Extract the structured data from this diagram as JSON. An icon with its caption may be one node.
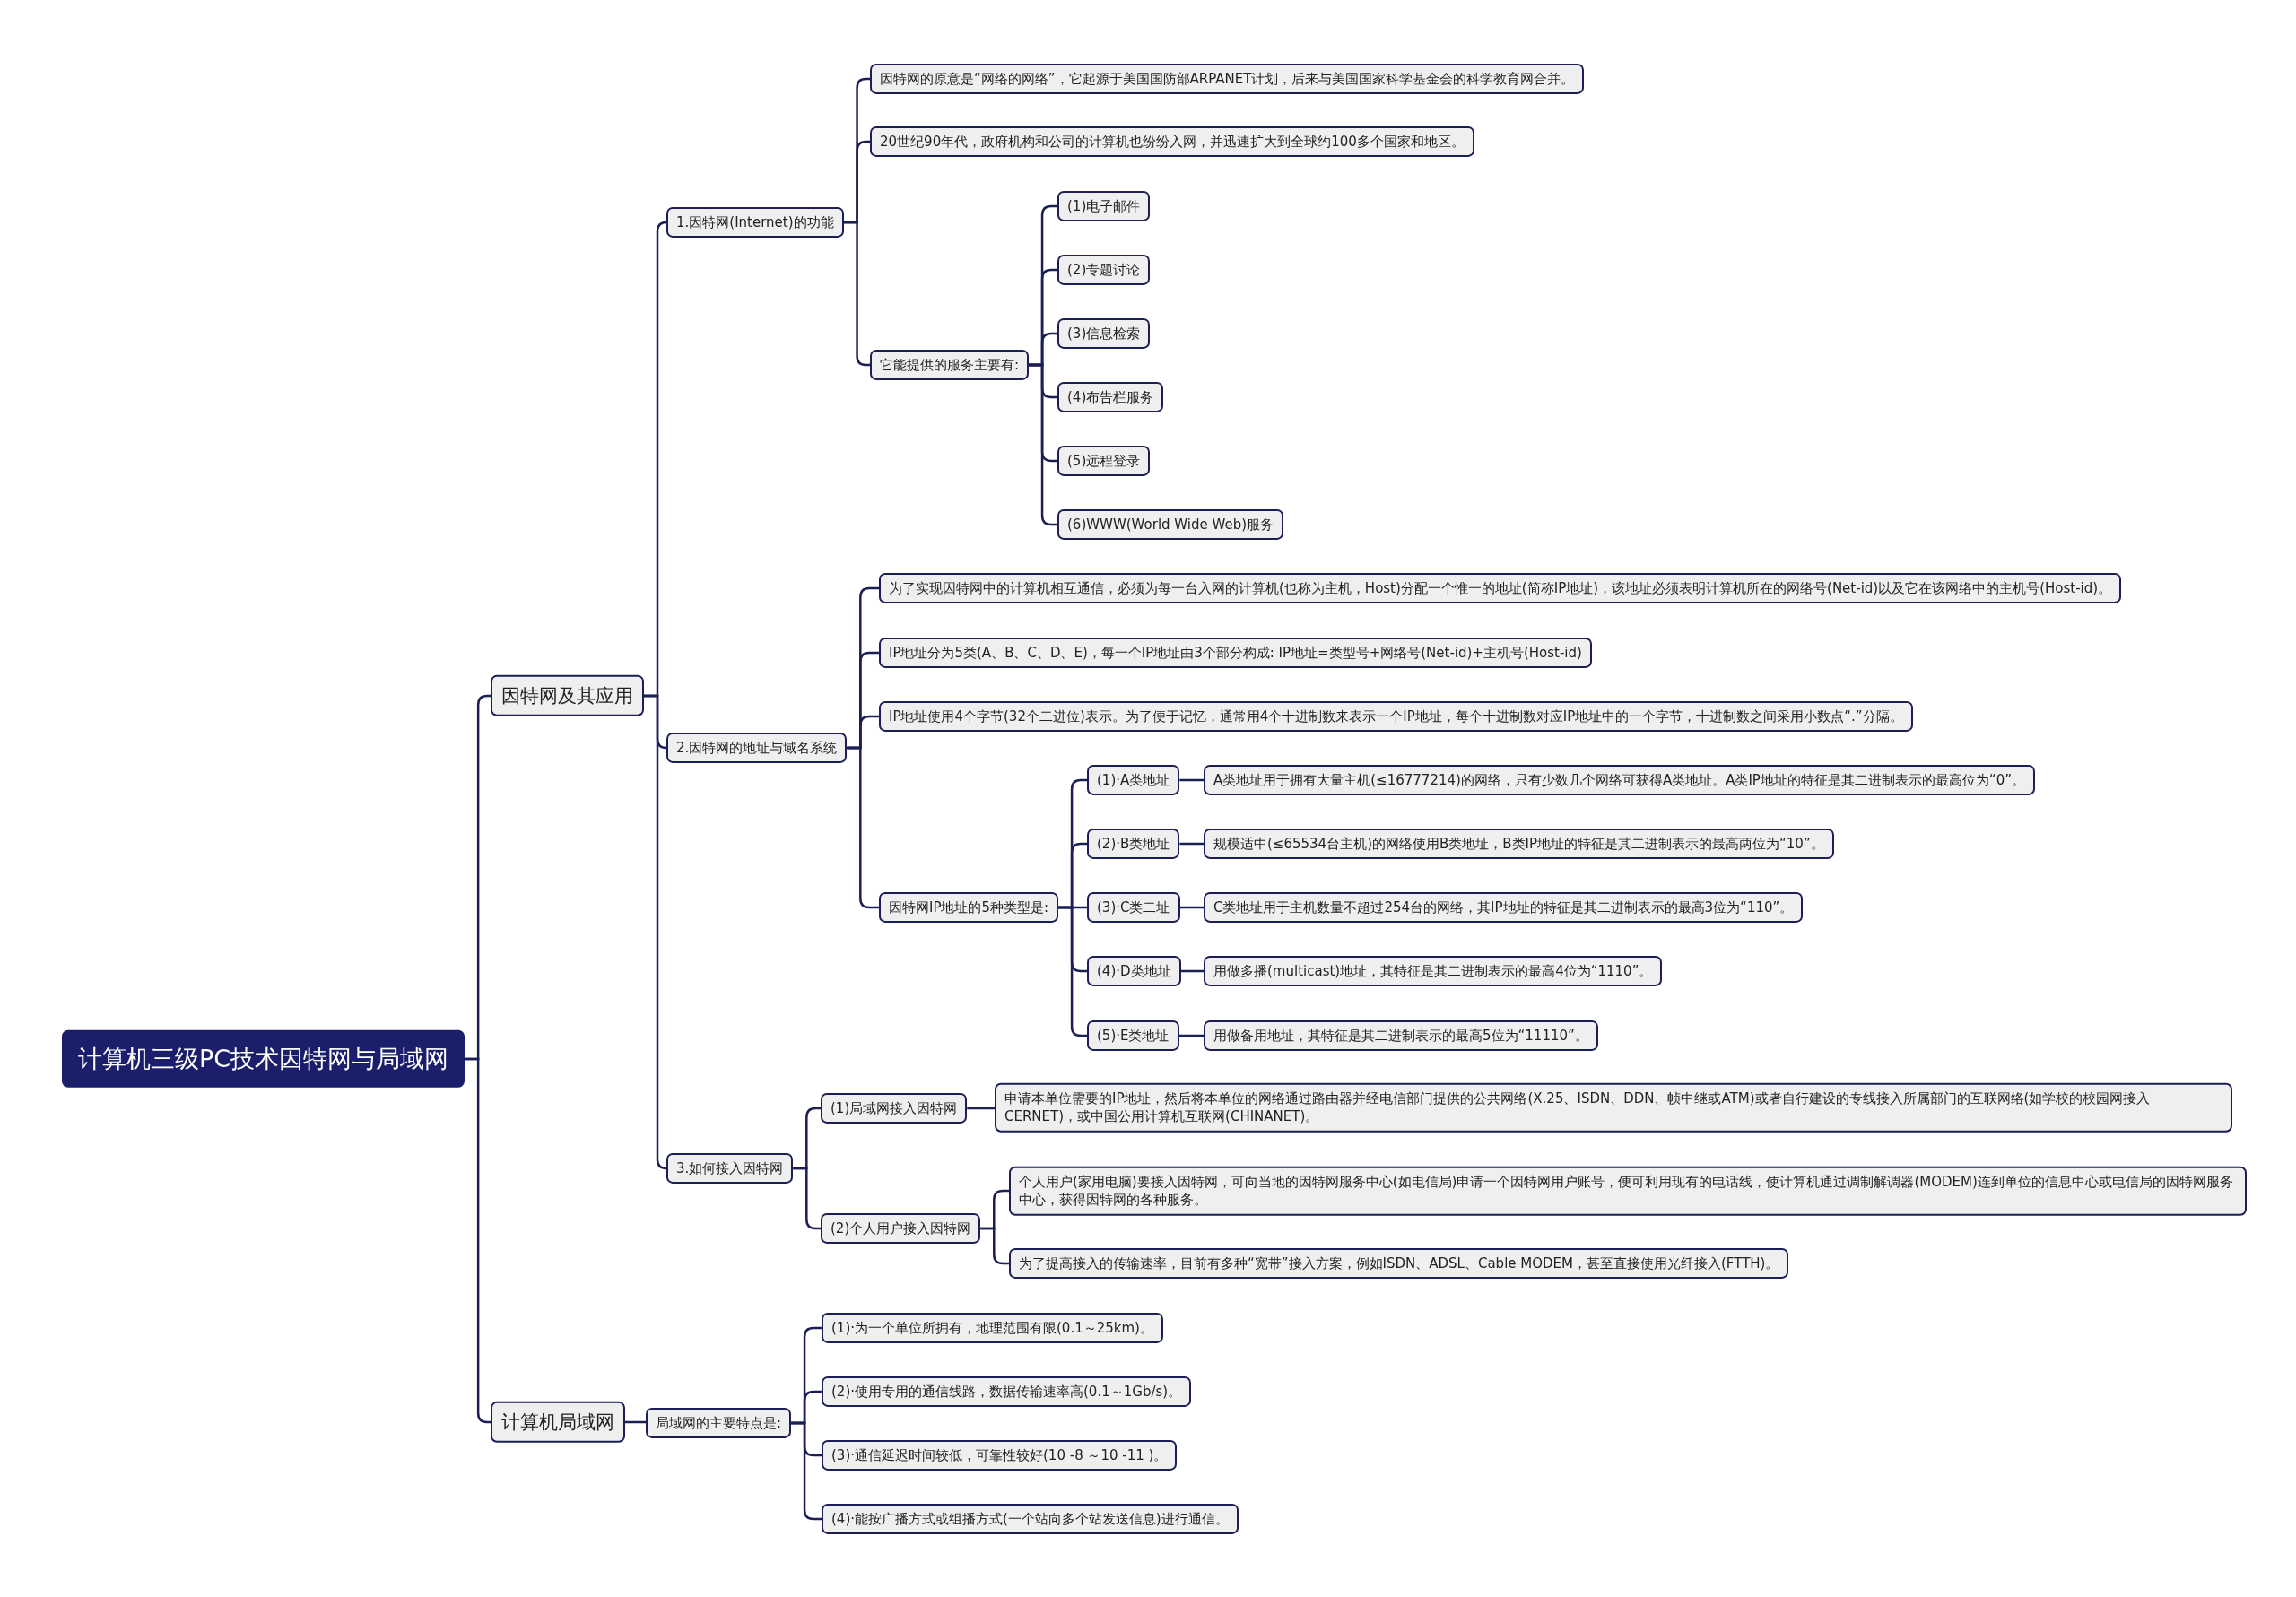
{
  "diagram": {
    "nodes": [
      {
        "text": [
          "计算机三级PC技术因特网与局域网"
        ]
      },
      {
        "text": [
          "因特网及其应用"
        ]
      },
      {
        "text": [
          "1.因特网(Internet)的功能"
        ]
      },
      {
        "text": [
          "因特网的原意是“网络的网络”，它起源于美国国防部ARPANET计划，后来与美国国家科学基金会的科学教育网合并。"
        ]
      },
      {
        "text": [
          "20世纪90年代，政府机构和公司的计算机也纷纷入网，并迅速扩大到全球约100多个国家和地区。"
        ]
      },
      {
        "text": [
          "它能提供的服务主要有:"
        ]
      },
      {
        "text": [
          "(1)电子邮件"
        ]
      },
      {
        "text": [
          "(2)专题讨论"
        ]
      },
      {
        "text": [
          "(3)信息检索"
        ]
      },
      {
        "text": [
          "(4)布告栏服务"
        ]
      },
      {
        "text": [
          "(5)远程登录"
        ]
      },
      {
        "text": [
          "(6)WWW(World Wide Web)服务"
        ]
      },
      {
        "text": [
          "2.因特网的地址与域名系统"
        ]
      },
      {
        "text": [
          "为了实现因特网中的计算机相互通信，必须为每一台入网的计算机(也称为主机，Host)分配一个惟一的地址(简称IP地址)，该地址必须表明计算机所在的网络号(Net-id)以及它在该网络中的主机号(Host-id)。"
        ]
      },
      {
        "text": [
          "IP地址分为5类(A、B、C、D、E)，每一个IP地址由3个部分构成: IP地址=类型号+网络号(Net-id)+主机号(Host-id)"
        ]
      },
      {
        "text": [
          "IP地址使用4个字节(32个二进位)表示。为了便于记忆，通常用4个十进制数来表示一个IP地址，每个十进制数对应IP地址中的一个字节，十进制数之间采用小数点“.”分隔。"
        ]
      },
      {
        "text": [
          "因特网IP地址的5种类型是:"
        ]
      },
      {
        "text": [
          "(1)·A类地址"
        ]
      },
      {
        "text": [
          "A类地址用于拥有大量主机(≤16777214)的网络，只有少数几个网络可获得A类地址。A类IP地址的特征是其二进制表示的最高位为“0”。"
        ]
      },
      {
        "text": [
          "(2)·B类地址"
        ]
      },
      {
        "text": [
          "规模适中(≤65534台主机)的网络使用B类地址，B类IP地址的特征是其二进制表示的最高两位为“10”。"
        ]
      },
      {
        "text": [
          "(3)·C类二址"
        ]
      },
      {
        "text": [
          "C类地址用于主机数量不超过254台的网络，其IP地址的特征是其二进制表示的最高3位为“110”。"
        ]
      },
      {
        "text": [
          "(4)·D类地址"
        ]
      },
      {
        "text": [
          "用做多播(multicast)地址，其特征是其二进制表示的最高4位为“1110”。"
        ]
      },
      {
        "text": [
          "(5)·E类地址"
        ]
      },
      {
        "text": [
          "用做备用地址，其特征是其二进制表示的最高5位为“11110”。"
        ]
      },
      {
        "text": [
          "3.如何接入因特网"
        ]
      },
      {
        "text": [
          "(1)局域网接入因特网"
        ]
      },
      {
        "text": [
          "申请本单位需要的IP地址，然后将本单位的网络通过路由器并经电信部门提供的公共网络(X.25、ISDN、DDN、帧中继或ATM)或者自行建设的专线接入所属部门的互联网络(如学校的校园网接入CERNET)，或中国公用计算机互联网(CHINANET)。"
        ]
      },
      {
        "text": [
          "(2)个人用户接入因特网"
        ]
      },
      {
        "text": [
          "个人用户(家用电脑)要接入因特网，可向当地的因特网服务中心(如电信局)申请一个因特网用户账号，便可利用现有的电话线，使计算机通过调制解调器(MODEM)连到单位的信息中心或电信局的因特网服务中心，获得因特网的各种服务。"
        ]
      },
      {
        "text": [
          "为了提高接入的传输速率，目前有多种“宽带”接入方案，例如ISDN、ADSL、Cable MODEM，甚至直接使用光纤接入(FTTH)。"
        ]
      },
      {
        "text": [
          "计算机局域网"
        ]
      },
      {
        "text": [
          "局域网的主要特点是:"
        ]
      },
      {
        "text": [
          "(1)·为一个单位所拥有，地理范围有限(0.1～25km)。"
        ]
      },
      {
        "text": [
          "(2)·使用专用的通信线路，数据传输速率高(0.1～1Gb/s)。"
        ]
      },
      {
        "text": [
          "(3)·通信延迟时间较低，可靠性较好(10 -8 ～10 -11 )。"
        ]
      },
      {
        "text": [
          "(4)·能按广播方式或组播方式(一个站向多个站发送信息)进行通信。"
        ]
      }
    ],
    "edges": [
      {
        "from": 0,
        "to": 1,
        "arrow": "none"
      },
      {
        "from": 0,
        "to": 33,
        "arrow": "none"
      },
      {
        "from": 1,
        "to": 2,
        "arrow": "none"
      },
      {
        "from": 1,
        "to": 12,
        "arrow": "none"
      },
      {
        "from": 1,
        "to": 27,
        "arrow": "none"
      },
      {
        "from": 2,
        "to": 3,
        "arrow": "none"
      },
      {
        "from": 2,
        "to": 4,
        "arrow": "none"
      },
      {
        "from": 2,
        "to": 5,
        "arrow": "none"
      },
      {
        "from": 5,
        "to": 6,
        "arrow": "none"
      },
      {
        "from": 5,
        "to": 7,
        "arrow": "none"
      },
      {
        "from": 5,
        "to": 8,
        "arrow": "none"
      },
      {
        "from": 5,
        "to": 9,
        "arrow": "none"
      },
      {
        "from": 5,
        "to": 10,
        "arrow": "none"
      },
      {
        "from": 5,
        "to": 11,
        "arrow": "none"
      },
      {
        "from": 12,
        "to": 13,
        "arrow": "none"
      },
      {
        "from": 12,
        "to": 14,
        "arrow": "none"
      },
      {
        "from": 12,
        "to": 15,
        "arrow": "none"
      },
      {
        "from": 12,
        "to": 16,
        "arrow": "none"
      },
      {
        "from": 16,
        "to": 17,
        "arrow": "none"
      },
      {
        "from": 16,
        "to": 19,
        "arrow": "none"
      },
      {
        "from": 16,
        "to": 21,
        "arrow": "none"
      },
      {
        "from": 16,
        "to": 23,
        "arrow": "none"
      },
      {
        "from": 16,
        "to": 25,
        "arrow": "none"
      },
      {
        "from": 17,
        "to": 18,
        "arrow": "none"
      },
      {
        "from": 19,
        "to": 20,
        "arrow": "none"
      },
      {
        "from": 21,
        "to": 22,
        "arrow": "none"
      },
      {
        "from": 23,
        "to": 24,
        "arrow": "none"
      },
      {
        "from": 25,
        "to": 26,
        "arrow": "none"
      },
      {
        "from": 27,
        "to": 28,
        "arrow": "none"
      },
      {
        "from": 27,
        "to": 30,
        "arrow": "none"
      },
      {
        "from": 28,
        "to": 29,
        "arrow": "none"
      },
      {
        "from": 30,
        "to": 31,
        "arrow": "none"
      },
      {
        "from": 30,
        "to": 32,
        "arrow": "none"
      },
      {
        "from": 33,
        "to": 34,
        "arrow": "none"
      },
      {
        "from": 34,
        "to": 35,
        "arrow": "none"
      },
      {
        "from": 34,
        "to": 36,
        "arrow": "none"
      },
      {
        "from": 34,
        "to": 37,
        "arrow": "none"
      },
      {
        "from": 34,
        "to": 38,
        "arrow": "none"
      }
    ]
  }
}
